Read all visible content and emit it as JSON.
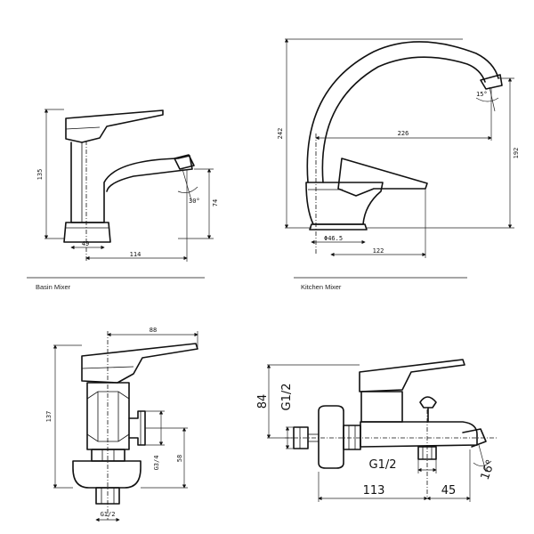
{
  "panels": {
    "basin": {
      "caption": "Basin Mixer",
      "dims": {
        "height": "135",
        "base": "49",
        "reach": "114",
        "spout_height": "74",
        "angle": "30°"
      }
    },
    "kitchen": {
      "caption": "Kitchen Mixer",
      "dims": {
        "height": "242",
        "reach": "226",
        "spout_height": "192",
        "base_dia": "Φ46.5",
        "base_reach": "122",
        "angle": "15°"
      }
    },
    "bidet": {
      "dims": {
        "width": "88",
        "height": "137",
        "inlet": "G3/4",
        "inlet_height": "58",
        "outlet": "G1/2"
      }
    },
    "bath": {
      "dims": {
        "height": "84",
        "thread_top": "G1/2",
        "thread_bottom": "G1/2",
        "reach": "113",
        "spout": "45",
        "angle": "16°"
      }
    }
  }
}
